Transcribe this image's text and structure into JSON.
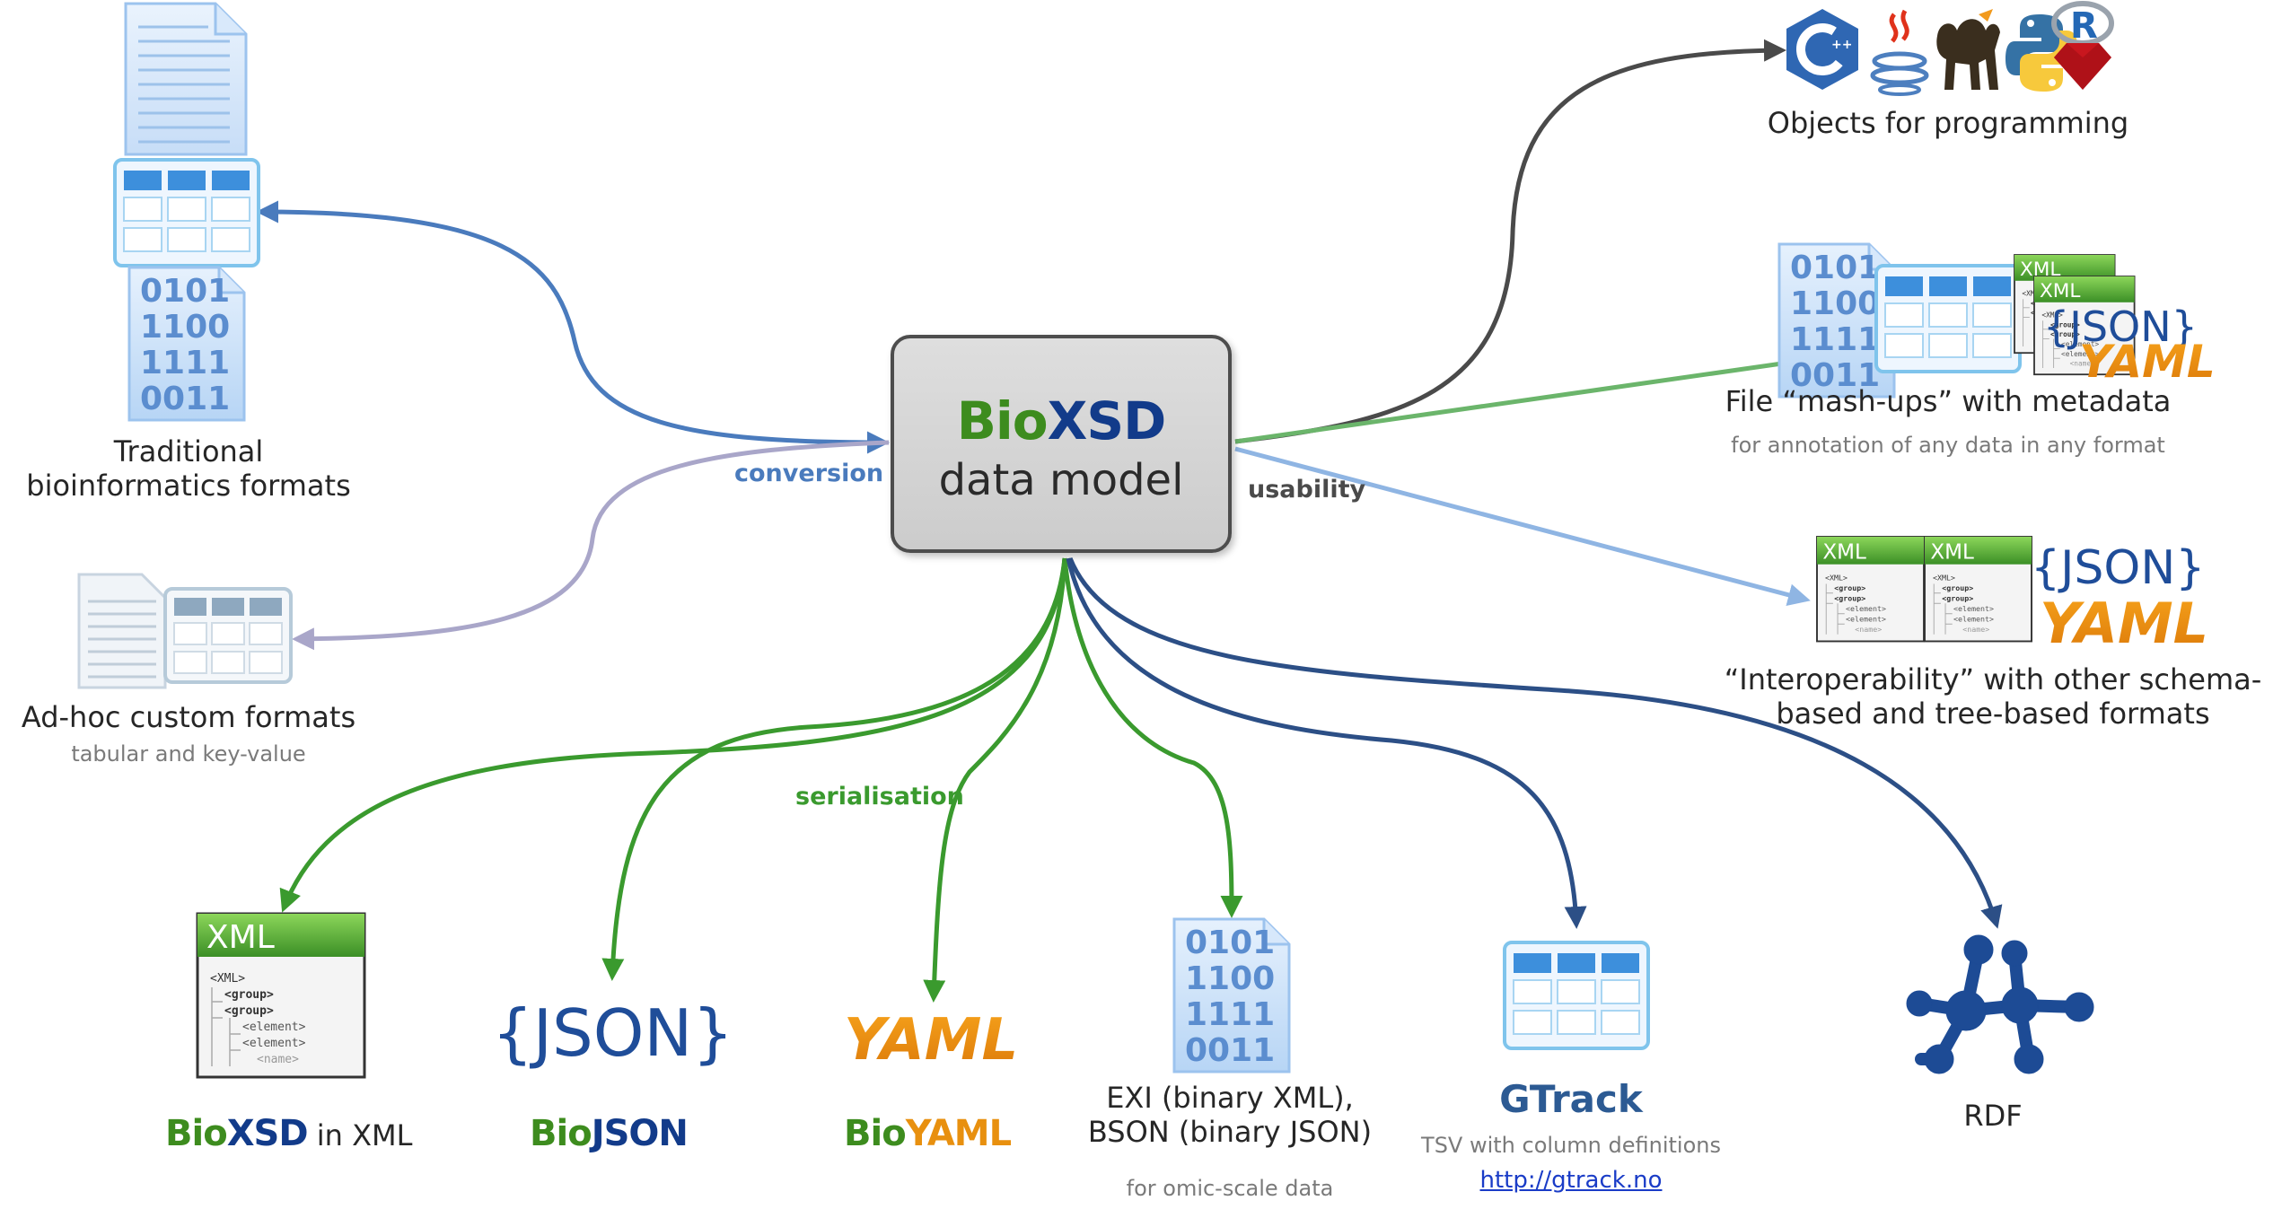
{
  "center": {
    "title_bio": "Bio",
    "title_xsd": "XSD",
    "subtitle": "data model"
  },
  "edge_labels": {
    "conversion": "conversion",
    "usability": "usability",
    "serialisation": "serialisation"
  },
  "nodes": {
    "traditional": {
      "line1": "Traditional",
      "line2": "bioinformatics formats"
    },
    "adhoc": {
      "title": "Ad-hoc custom formats",
      "sub": "tabular and key-value"
    },
    "objects": {
      "title": "Objects for programming"
    },
    "mashups": {
      "title": "File “mash-ups” with metadata",
      "sub": "for annotation of any data in any format"
    },
    "interop": {
      "line1": "“Interoperability” with other schema-",
      "line2": "based and tree-based formats"
    },
    "bioxsd_xml": {
      "bio": "Bio",
      "xsd": "XSD",
      "rest": " in XML"
    },
    "biojson": {
      "bio": "Bio",
      "rest": "JSON"
    },
    "bioyaml": {
      "bio": "Bio",
      "rest": "YAML"
    },
    "exi": {
      "line1": "EXI (binary XML),",
      "line2": "BSON (binary JSON)",
      "sub": "for omic-scale data"
    },
    "gtrack": {
      "title": "GTrack",
      "sub": "TSV with column definitions",
      "link": "http://gtrack.no"
    },
    "rdf": {
      "title": "RDF"
    }
  },
  "icon_text": {
    "binary_rows": [
      "0101",
      "1100",
      "1111",
      "0011"
    ],
    "xml": "XML",
    "json": "{JSON}",
    "yaml": "YAML",
    "xml_tree": [
      "<XML>",
      "<group>",
      "<group>",
      "<element>",
      "<element>",
      "<name>"
    ],
    "lang_badges": [
      "C++",
      "R"
    ]
  },
  "colors": {
    "blue_arrow": "#4a7bbd",
    "lavender_arrow": "#a9a6c9",
    "dark_gray_arrow": "#4a4a4a",
    "green_arrow": "#3a9a2e",
    "light_green_arrow": "#6bb56b",
    "light_blue_arrow": "#8fb5e3",
    "navy_arrow": "#2c4f86"
  }
}
